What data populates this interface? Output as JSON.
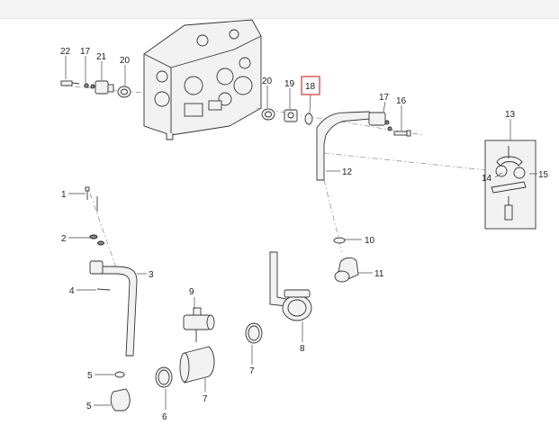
{
  "callouts": [
    {
      "id": "22",
      "text": "22"
    },
    {
      "id": "17a",
      "text": "17"
    },
    {
      "id": "21",
      "text": "21"
    },
    {
      "id": "20a",
      "text": "20"
    },
    {
      "id": "20b",
      "text": "20"
    },
    {
      "id": "19",
      "text": "19"
    },
    {
      "id": "18",
      "text": "18",
      "highlighted": true
    },
    {
      "id": "17b",
      "text": "17"
    },
    {
      "id": "16",
      "text": "16"
    },
    {
      "id": "13",
      "text": "13"
    },
    {
      "id": "12",
      "text": "12"
    },
    {
      "id": "14",
      "text": "14"
    },
    {
      "id": "15",
      "text": "15"
    },
    {
      "id": "1",
      "text": "1"
    },
    {
      "id": "2",
      "text": "2"
    },
    {
      "id": "3",
      "text": "3"
    },
    {
      "id": "4",
      "text": "4"
    },
    {
      "id": "5a",
      "text": "5"
    },
    {
      "id": "5b",
      "text": "5"
    },
    {
      "id": "6",
      "text": "6"
    },
    {
      "id": "7a",
      "text": "7"
    },
    {
      "id": "7b",
      "text": "7"
    },
    {
      "id": "8",
      "text": "8"
    },
    {
      "id": "9",
      "text": "9"
    },
    {
      "id": "10",
      "text": "10"
    },
    {
      "id": "11",
      "text": "11"
    }
  ],
  "colors": {
    "highlight": "#d9534f",
    "line": "#333333",
    "topbar": "#f4f4f4"
  }
}
